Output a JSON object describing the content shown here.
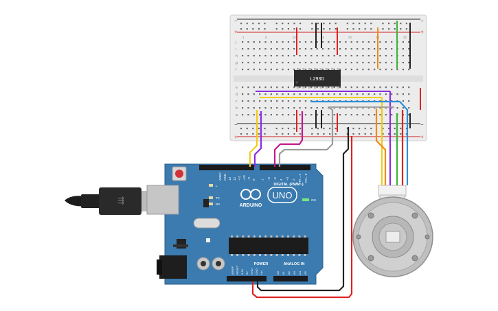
{
  "breadboard": {
    "chip_label": "L293D",
    "rail_plus": "+",
    "rail_minus": "−",
    "columns": [
      "1",
      "5",
      "10",
      "15",
      "20",
      "25",
      "30"
    ],
    "rows_top": [
      "j",
      "i",
      "h",
      "g",
      "f"
    ],
    "rows_bottom": [
      "e",
      "d",
      "c",
      "b",
      "a"
    ]
  },
  "arduino": {
    "brand": "ARDUINO",
    "model": "UNO",
    "digital_header": "DIGITAL (PWM~)",
    "power_header": "POWER",
    "analog_header": "ANALOG IN",
    "on_label": "ON",
    "tx_label": "TX",
    "rx_label": "RX",
    "l_label": "L",
    "digital_pins": [
      "AREF",
      "GND",
      "13",
      "12",
      "~11",
      "~10",
      "~9",
      "8",
      "7",
      "~6",
      "~5",
      "4",
      "~3",
      "2",
      "TX→1",
      "RX←0"
    ],
    "power_pins": [
      "IOREF",
      "RESET",
      "3.3V",
      "5V",
      "GND",
      "GND",
      "Vin"
    ],
    "analog_pins": [
      "A0",
      "A1",
      "A2",
      "A3",
      "A4",
      "A5"
    ]
  },
  "colors": {
    "board_blue": "#3b7bb0",
    "breadboard": "#ececec",
    "wire_red": "#e02020",
    "wire_black": "#222222",
    "wire_yellow": "#f2cc18",
    "wire_purple": "#8a2be2",
    "wire_magenta": "#c2188c",
    "wire_gray": "#9a9a9a",
    "wire_orange": "#f08a10",
    "wire_green": "#3bb33b",
    "wire_blue": "#2a8fd8"
  }
}
